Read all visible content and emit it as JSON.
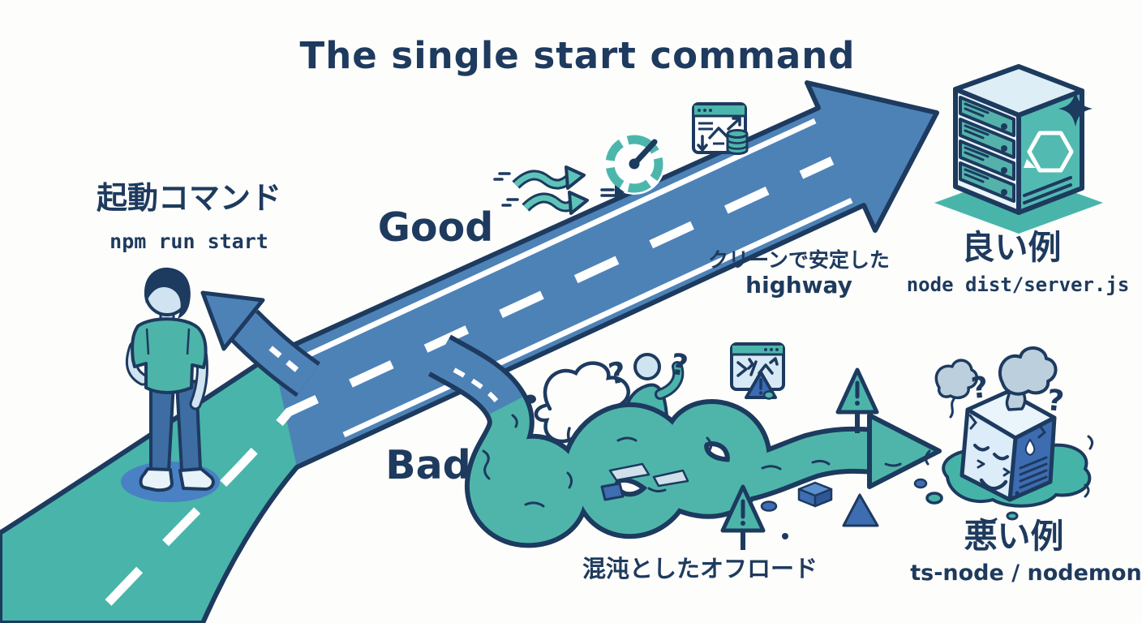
{
  "title": "The single start command",
  "start": {
    "heading": "起動コマンド",
    "command": "npm run start"
  },
  "good": {
    "label": "Good",
    "caption_line1": "クリーンで安定した",
    "caption_line2": "highway",
    "result_heading": "良い例",
    "result_command": "node dist/server.js"
  },
  "bad": {
    "label": "Bad",
    "caption": "混沌としたオフロード",
    "result_heading": "悪い例",
    "result_command": "ts-node / nodemon"
  },
  "glyphs": {
    "question": "?"
  },
  "icons": {
    "good_path": [
      "speed-arrows-icon",
      "speedometer-icon",
      "analytics-window-icon"
    ],
    "good_result": [
      "server-rack-icon",
      "sparkle-icon"
    ],
    "bad_path": [
      "scribble-icon",
      "confused-person-icon",
      "error-window-icon",
      "warning-sign-icon",
      "debris-icon"
    ],
    "bad_result": [
      "melting-box-icon",
      "smoke-icon",
      "puddle-icon"
    ]
  },
  "colors": {
    "navy": "#1d3a5f",
    "text_navy": "#1e3a5e",
    "road_blue": "#4d82b7",
    "road_teal": "#49b4a9",
    "icon_teal": "#4db6ac",
    "light_blue": "#dcecf8",
    "smoke_gray": "#bccfdc",
    "debris_blue": "#3e6db2",
    "background": "#fdfdfb"
  }
}
